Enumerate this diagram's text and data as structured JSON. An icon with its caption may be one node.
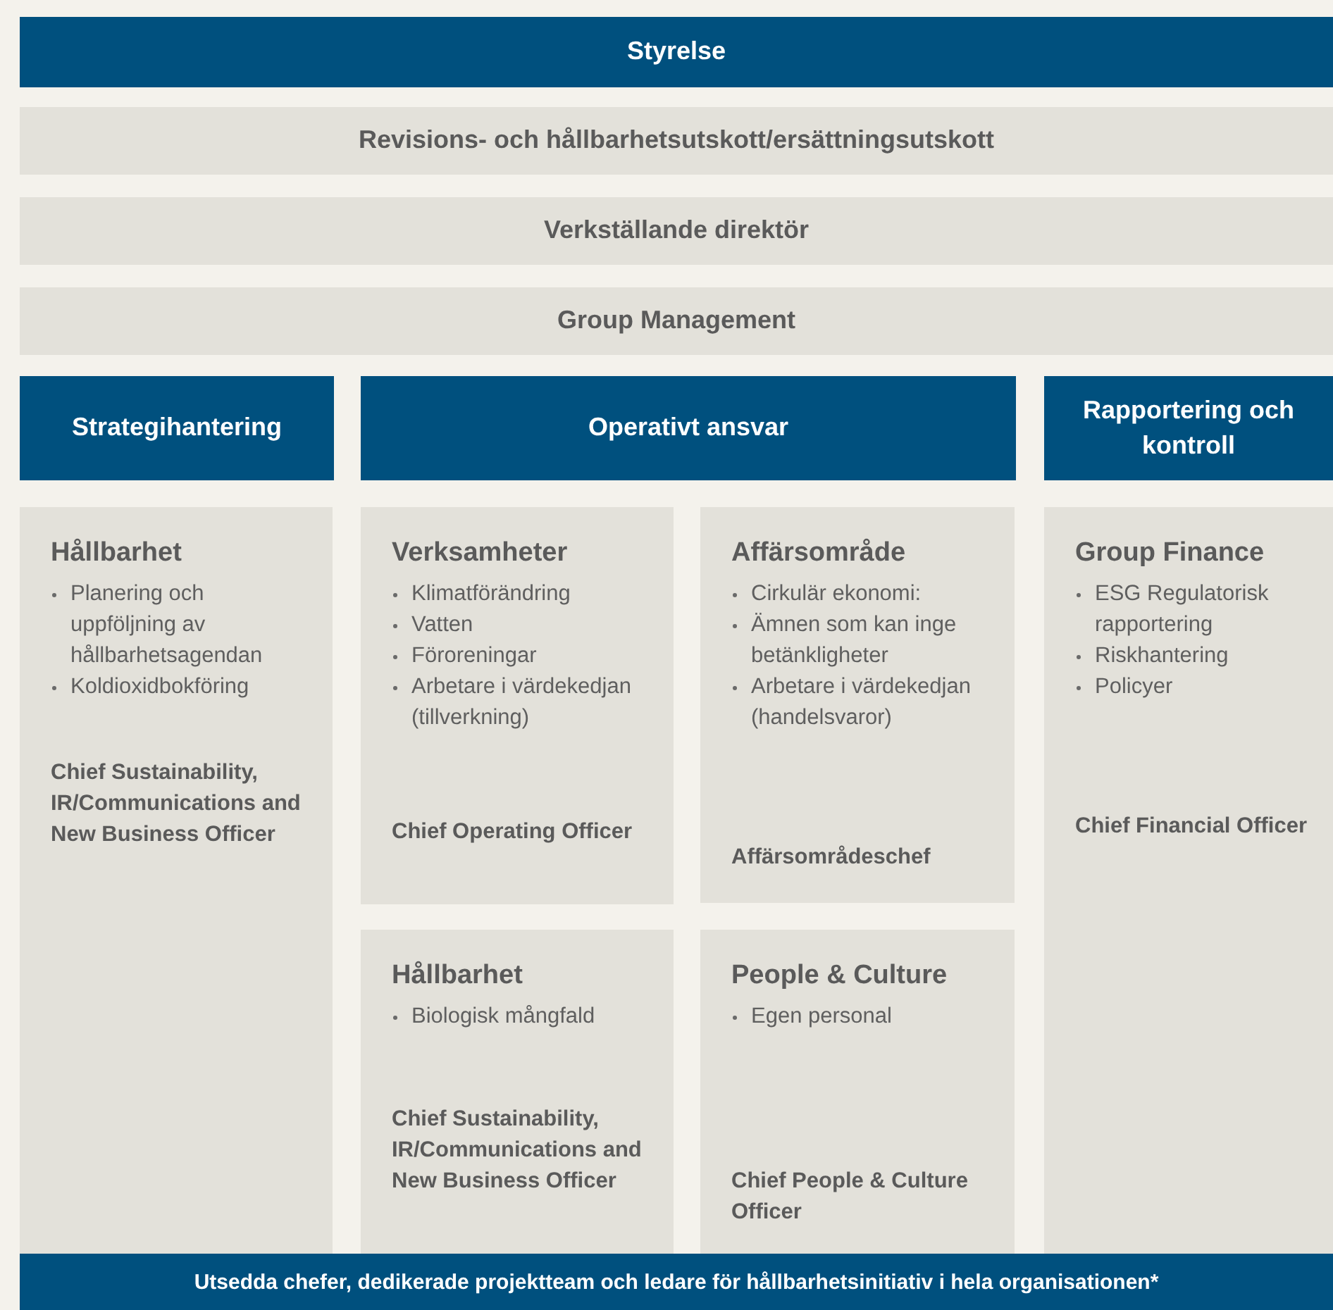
{
  "diagram": {
    "nodes": [
      {
        "text": [
          "Styrelse"
        ]
      },
      {
        "text": [
          "Revisions- och hållbarhetsutskott/ersättningsutskott"
        ]
      },
      {
        "text": [
          "Verkställande direktör"
        ]
      },
      {
        "text": [
          "Group Management"
        ]
      },
      {
        "text": [
          "Strategihantering"
        ]
      },
      {
        "text": [
          "Operativt ansvar"
        ]
      },
      {
        "text": [
          "Rapportering och kontroll"
        ]
      },
      {
        "text": [
          "Hållbarhet",
          "Planering och uppföljning av hållbarhetsagendan",
          "Koldioxidbokföring",
          "Chief Sustainability, IR/Communications and New Business Officer"
        ]
      },
      {
        "text": [
          "Verksamheter",
          "Klimatförändring",
          "Vatten",
          "Föroreningar",
          "Arbetare i värdekedjan (tillverkning)",
          "Chief Operating Officer"
        ]
      },
      {
        "text": [
          "Affärsområde",
          "Cirkulär ekonomi:",
          "Ämnen som kan inge betänkligheter",
          "Arbetare i värdekedjan (handelsvaror)",
          "Affärsområdeschef"
        ]
      },
      {
        "text": [
          "Group Finance",
          "ESG Regulatorisk rapportering",
          "Riskhantering",
          "Policyer",
          "Chief Financial Officer"
        ]
      },
      {
        "text": [
          "Hållbarhet",
          "Biologisk mångfald",
          "Chief Sustainability, IR/Communications and New Business Officer"
        ]
      },
      {
        "text": [
          "People & Culture",
          "Egen personal",
          "Chief People & Culture Officer"
        ]
      },
      {
        "text": [
          "Utsedda chefer, dedikerade projektteam och ledare för hållbarhetsinitiativ i hela organisationen*"
        ]
      }
    ]
  }
}
